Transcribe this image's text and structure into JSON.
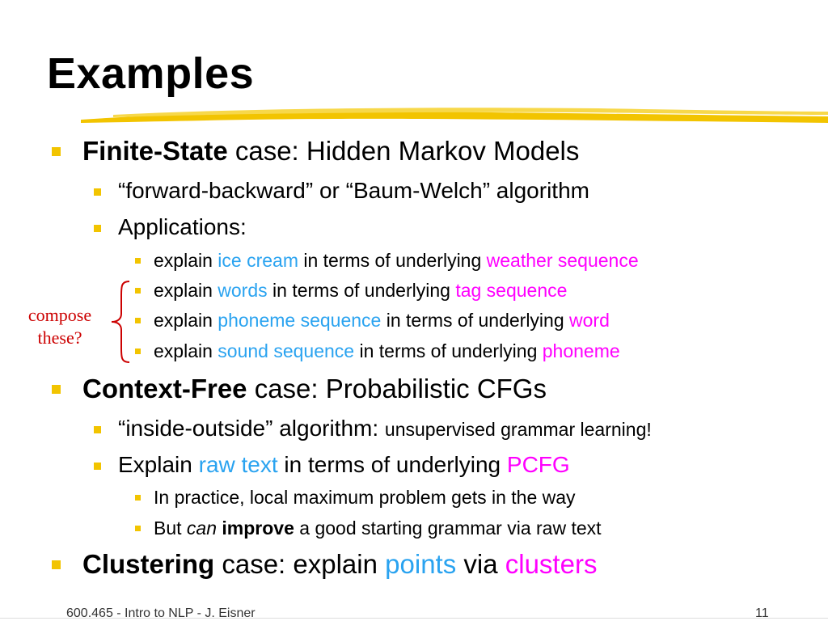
{
  "slide": {
    "title": "Examples",
    "accent_color": "#f2c400",
    "highlight_cyan": "#2aa3f0",
    "highlight_magenta": "#ff00ff",
    "annotation_color": "#cc0000"
  },
  "bullets": {
    "finite_state": {
      "bold": "Finite-State",
      "rest": " case: Hidden Markov Models",
      "fb": "“forward-backward” or “Baum-Welch” algorithm",
      "applications": "Applications:",
      "apps": [
        {
          "a": "explain ",
          "b": "ice cream",
          "c": " in terms of underlying ",
          "d": "weather sequence"
        },
        {
          "a": "explain ",
          "b": "words",
          "c": " in terms of underlying ",
          "d": "tag sequence"
        },
        {
          "a": "explain ",
          "b": "phoneme sequence",
          "c": " in terms of underlying ",
          "d": "word"
        },
        {
          "a": "explain ",
          "b": "sound sequence",
          "c": " in terms of underlying ",
          "d": "phoneme"
        }
      ]
    },
    "context_free": {
      "bold": "Context-Free",
      "rest": " case: Probabilistic CFGs",
      "io_a": "“inside-outside” algorithm: ",
      "io_b": "unsupervised grammar learning!",
      "explain": {
        "a": "Explain ",
        "b": "raw text",
        "c": " in terms of underlying ",
        "d": "PCFG"
      },
      "practice": "In practice, local maximum problem gets in the way",
      "but": {
        "a": "But ",
        "b": "can",
        "c": " ",
        "d": "improve",
        "e": " a good starting grammar via raw text"
      }
    },
    "clustering": {
      "bold": "Clustering",
      "a": " case: explain ",
      "b": "points",
      "c": " via ",
      "d": "clusters"
    }
  },
  "annotation": {
    "line1": "compose",
    "line2": "these?"
  },
  "footer": {
    "text": "600.465 - Intro to NLP - J. Eisner",
    "page": "11"
  }
}
